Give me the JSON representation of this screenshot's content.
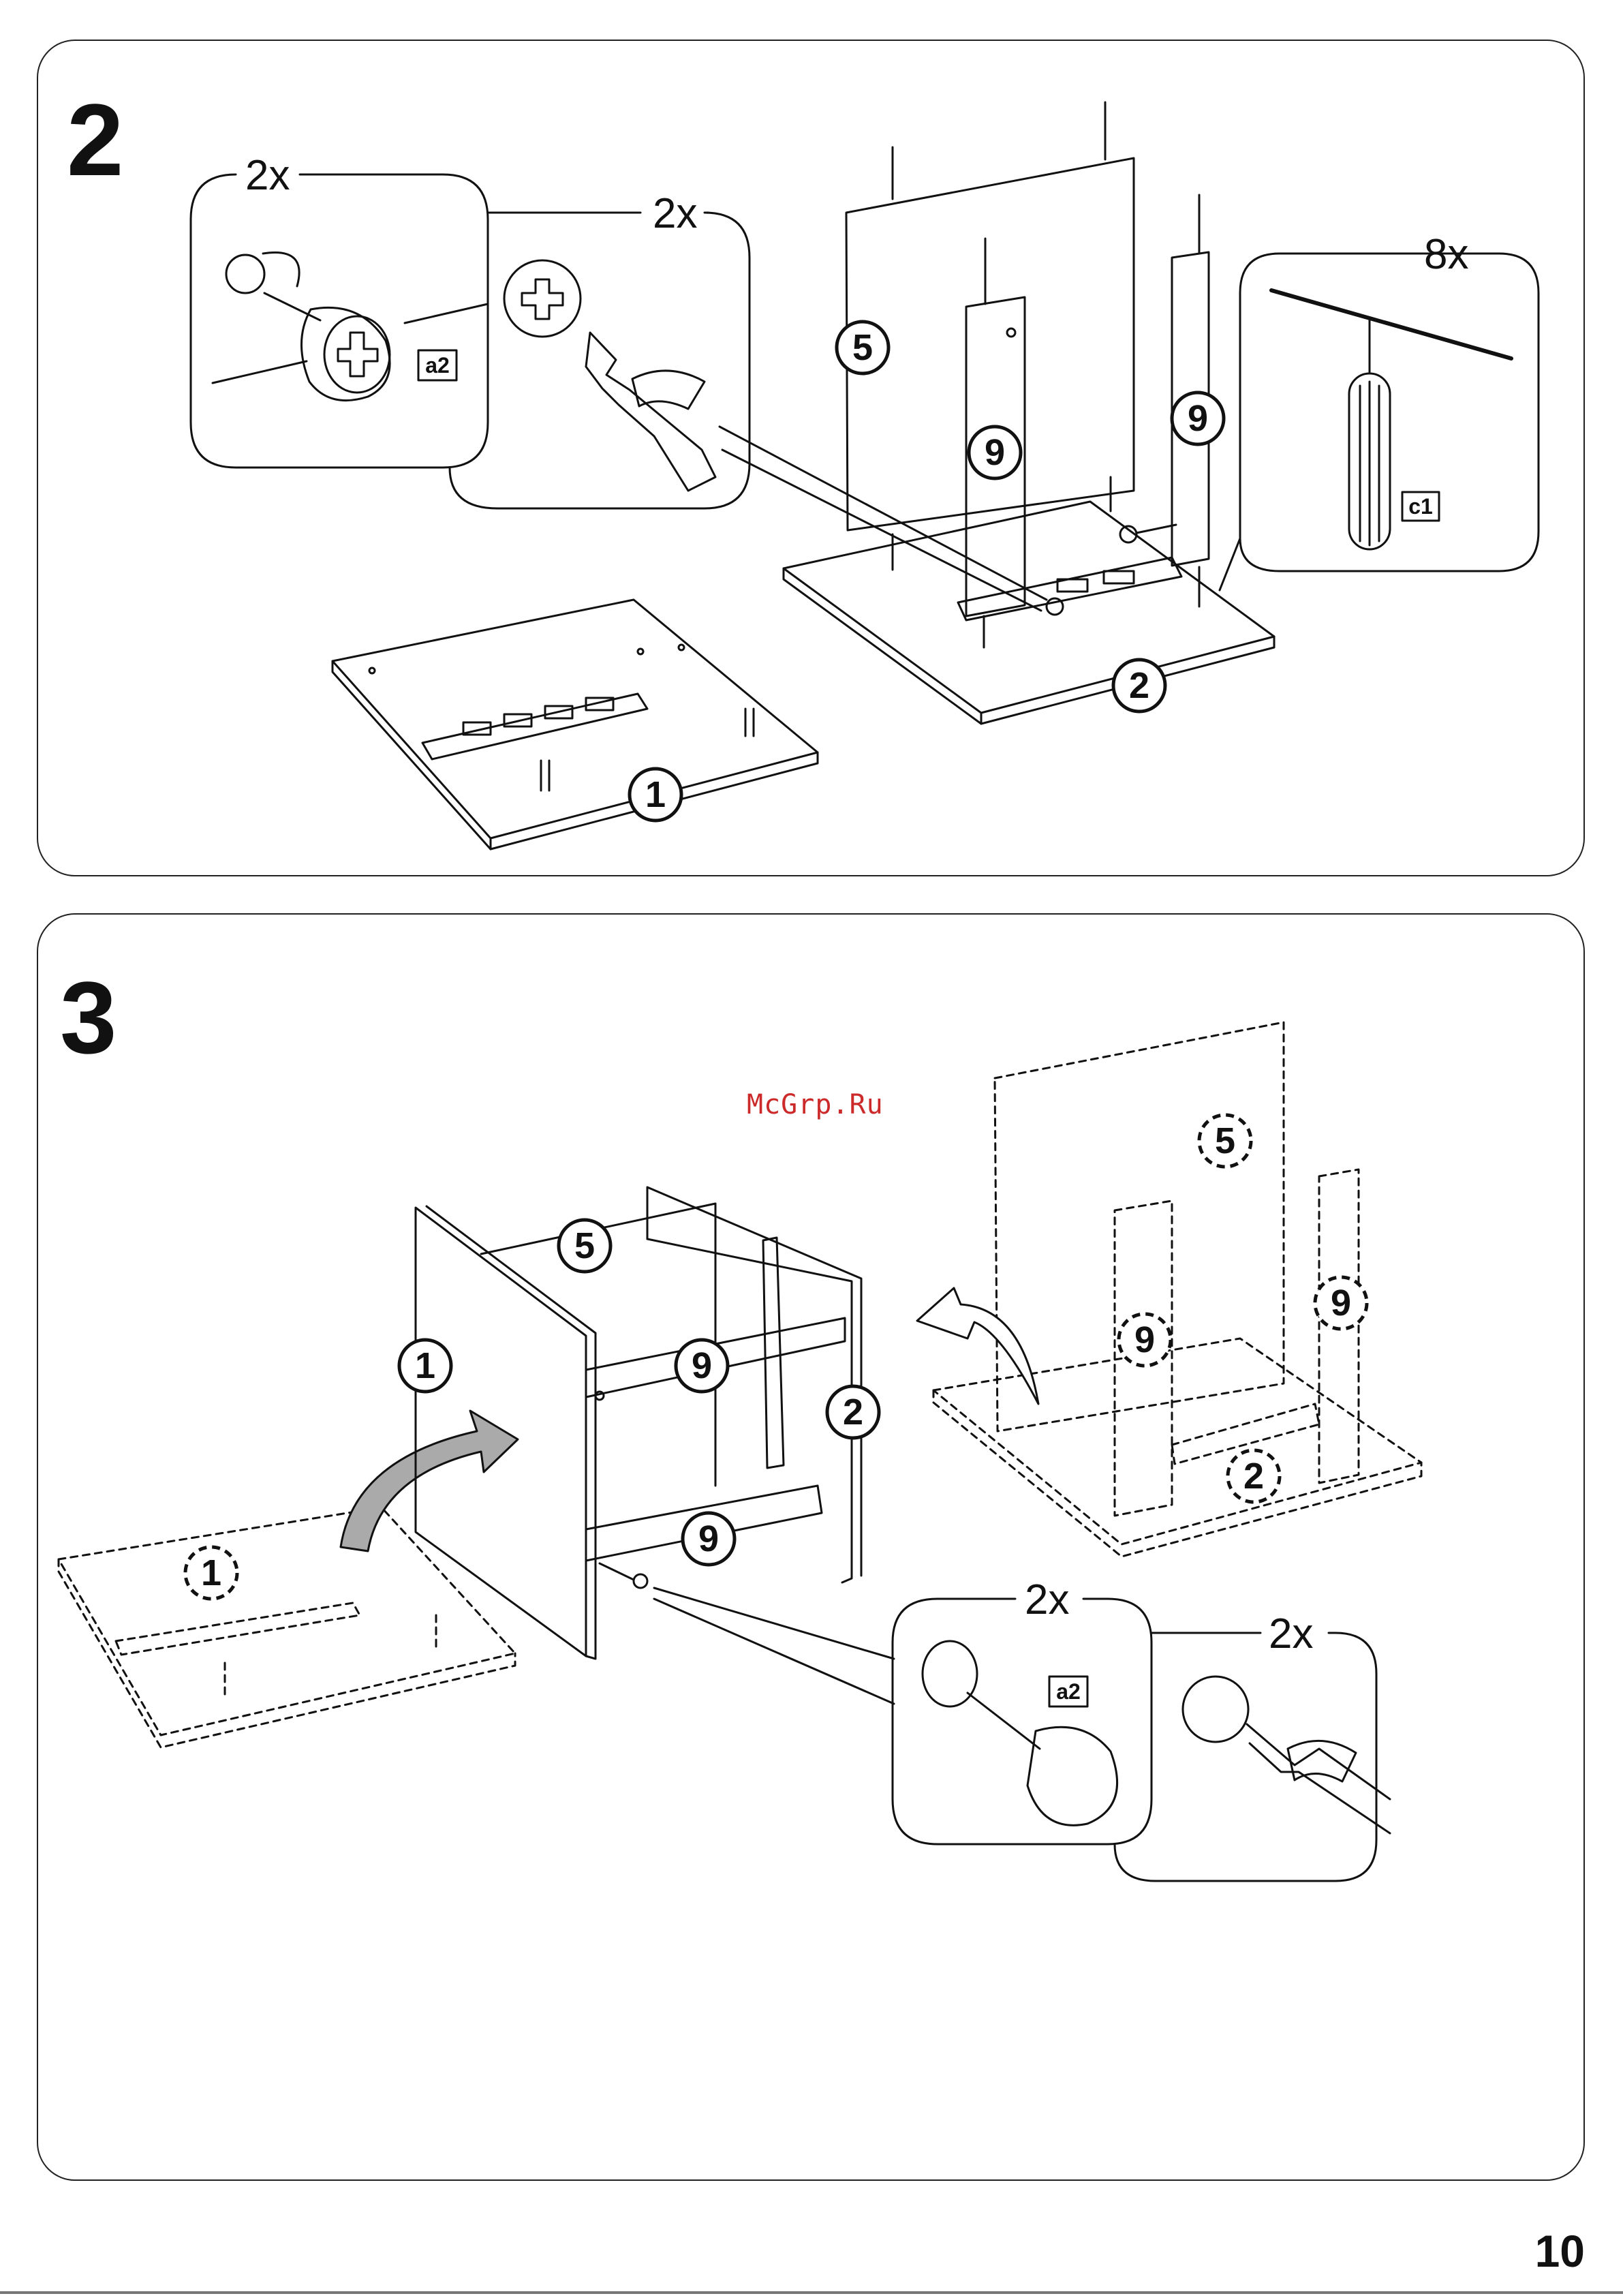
{
  "page_number": "10",
  "watermark": "McGrp.Ru",
  "steps": [
    {
      "number": "2",
      "callouts": {
        "qty_a": "2x",
        "qty_b": "2x",
        "qty_c": "8x"
      },
      "hardware": {
        "cam_lock": "a2",
        "dowel": "c1"
      },
      "parts": {
        "bottom_left": "1",
        "base": "2",
        "back": "5",
        "post_front": "9",
        "post_right": "9"
      }
    },
    {
      "number": "3",
      "callouts": {
        "qty_a": "2x",
        "qty_b": "2x"
      },
      "hardware": {
        "cam_lock": "a2"
      },
      "parts": {
        "side_left": "1",
        "back": "5",
        "rail_top": "9",
        "side_right": "2",
        "rail_bottom": "9",
        "ghost_left": "1",
        "ghost_back": "5",
        "ghost_post_a": "9",
        "ghost_post_b": "9",
        "ghost_base": "2"
      }
    }
  ],
  "icons": [
    "cam-lock-icon",
    "screwdriver-icon",
    "dowel-icon",
    "rotate-arrow-icon",
    "flip-arrow-icon"
  ]
}
